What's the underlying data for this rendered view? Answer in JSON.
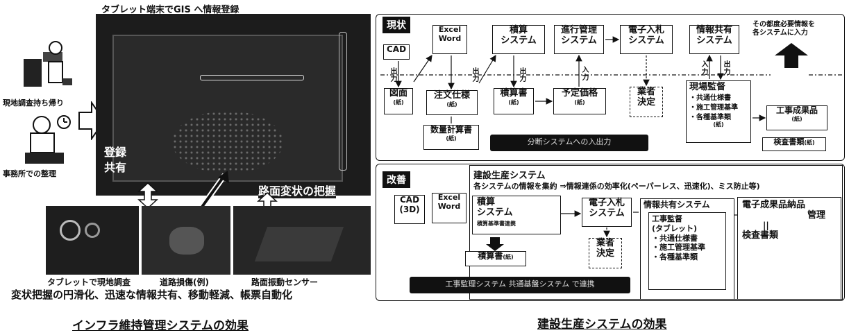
{
  "left": {
    "tablet_title": "タブレット端末でGIS へ情報登録",
    "field_label": "現地調査持ち帰り",
    "office_label": "事務所での整理",
    "register_label": "登録",
    "share_label": "共有",
    "road_label": "路面変状の把握",
    "captions": [
      "タブレットで現地調査",
      "道路損傷(例)",
      "路面振動センサー"
    ],
    "effects_line": "変状把握の円滑化、迅速な情報共有、移動軽減、帳票自動化",
    "bottom_title": "インフラ維持管理システムの効果"
  },
  "top": {
    "label": "現状",
    "cad": "CAD",
    "excel_word": [
      "Excel",
      "Word"
    ],
    "sekisan": [
      "積算",
      "システム"
    ],
    "shinko": [
      "進行管理",
      "システム"
    ],
    "denshi": [
      "電子入札",
      "システム"
    ],
    "joho": [
      "情報共有",
      "システム"
    ],
    "note": [
      "その都度必要情報を",
      "各システムに入力"
    ],
    "out_in": [
      "出",
      "力",
      "入",
      "力"
    ],
    "zumen": "図面",
    "chumon": "注文仕様",
    "sekisansho": "積算書",
    "yotei": "予定価格",
    "gyosha": [
      "業者",
      "決定"
    ],
    "genba": "現場監督",
    "genba_items": [
      "・共通仕様書",
      "・施工管理基準",
      "・各種基準類"
    ],
    "kouji": "工事成果品",
    "kensa": "検査書類",
    "suryo": "数量計算書",
    "paper": "(紙)",
    "paper_bold": "(紙)",
    "bar": "分断システムへの入出力"
  },
  "bottom": {
    "label": "改善",
    "system_title": "建設生産システム",
    "system_sub": "各システムの情報を集約 ⇒情報連係の効率化(ペーパーレス、迅速化)、ミス防止等)",
    "cad": [
      "CAD",
      "(3D)"
    ],
    "excel_word": [
      "Excel",
      "Word"
    ],
    "sekisan": [
      "積算",
      "システム"
    ],
    "sekisan_sub": "積算基準書連携",
    "sekisansho": "積算書",
    "paper": "(紙)",
    "denshi": [
      "電子入札",
      "システム"
    ],
    "gyosha": [
      "業者",
      "決定"
    ],
    "joho_title": "情報共有システム",
    "joho_items": [
      "工事監督",
      "(タブレット)",
      "・共通仕様書",
      "・施工管理基準",
      "・各種基準類"
    ],
    "seika": [
      "電子成果品納品",
      "管理"
    ],
    "equals": "||",
    "kensa": "検査書類",
    "bar": "工事監理システム 共通基盤システム で連携",
    "bottom_title": "建設生産システムの効果"
  },
  "colors": {
    "ink": "#111111",
    "photo": "#1a1a1a",
    "paper": "#ffffff"
  }
}
